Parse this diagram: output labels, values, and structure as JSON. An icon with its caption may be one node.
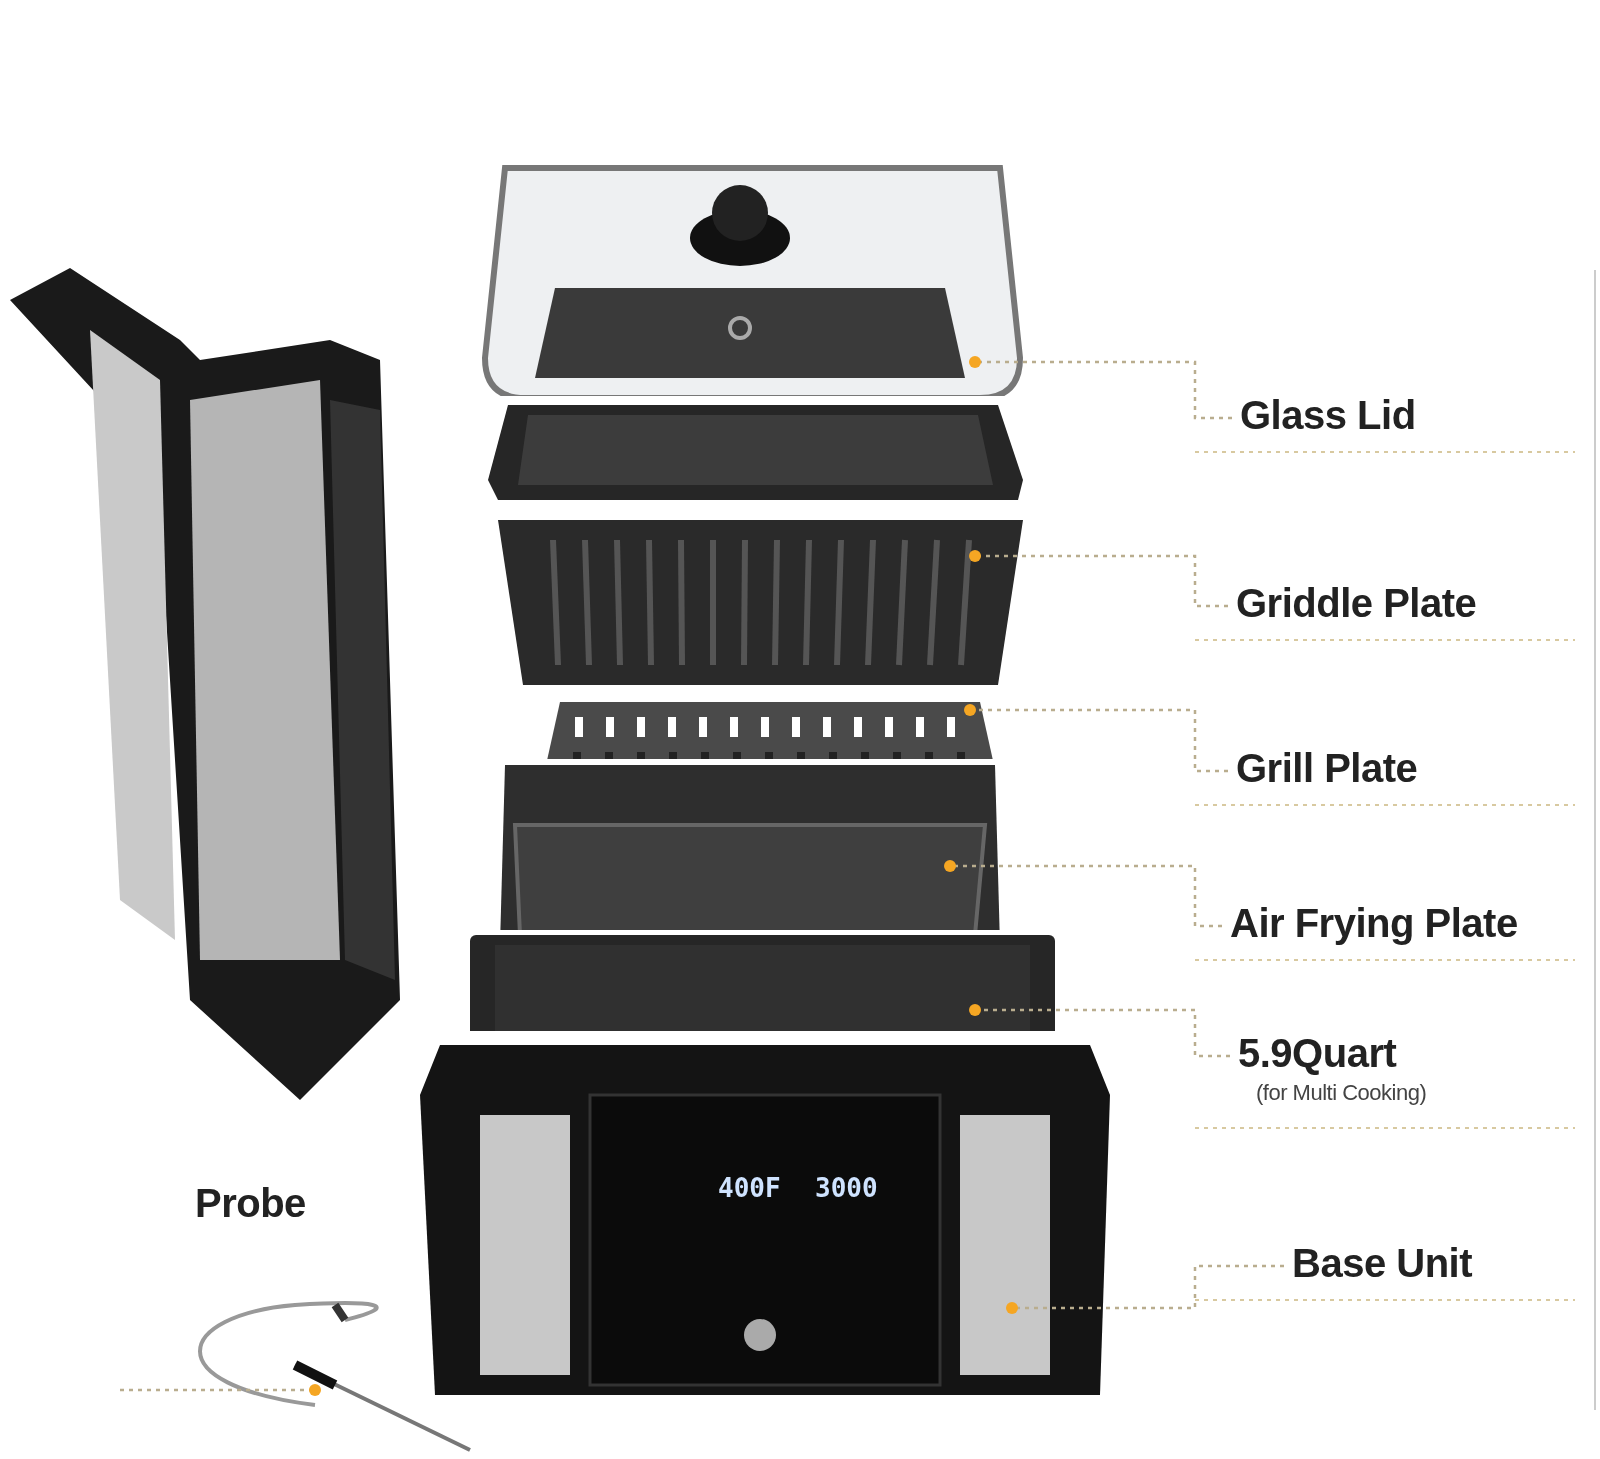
{
  "diagram": {
    "nodes": [
      {
        "text": [
          "Glass Lid"
        ]
      },
      {
        "text": [],
        "shape": "picture"
      },
      {
        "text": [
          "Griddle Plate"
        ]
      },
      {
        "text": [],
        "shape": "picture"
      },
      {
        "text": [
          "Grill Plate"
        ]
      },
      {
        "text": [],
        "shape": "picture"
      },
      {
        "text": [
          "Air Frying Plate"
        ]
      },
      {
        "text": [],
        "shape": "picture"
      },
      {
        "text": [
          "5.9Quart",
          "(for Multi Cooking)"
        ]
      },
      {
        "text": [],
        "shape": "picture"
      },
      {
        "text": [
          "Base Unit"
        ]
      },
      {
        "text": [],
        "shape": "picture"
      },
      {
        "text": [
          "Probe"
        ]
      },
      {
        "text": [],
        "shape": "picture"
      }
    ],
    "edges": [
      {
        "from": 0,
        "to": 1,
        "arrow": "other",
        "style": "dashed"
      },
      {
        "from": 2,
        "to": 3,
        "arrow": "other",
        "style": "dashed"
      },
      {
        "from": 4,
        "to": 5,
        "arrow": "other",
        "style": "dashed"
      },
      {
        "from": 6,
        "to": 7,
        "arrow": "other",
        "style": "dashed"
      },
      {
        "from": 8,
        "to": 9,
        "arrow": "other",
        "style": "dashed"
      },
      {
        "from": 10,
        "to": 11,
        "arrow": "other",
        "style": "dashed"
      },
      {
        "from": null,
        "to": 13,
        "arrow": "other",
        "style": "dashed"
      }
    ],
    "labels": [
      "400F",
      "3000"
    ]
  }
}
